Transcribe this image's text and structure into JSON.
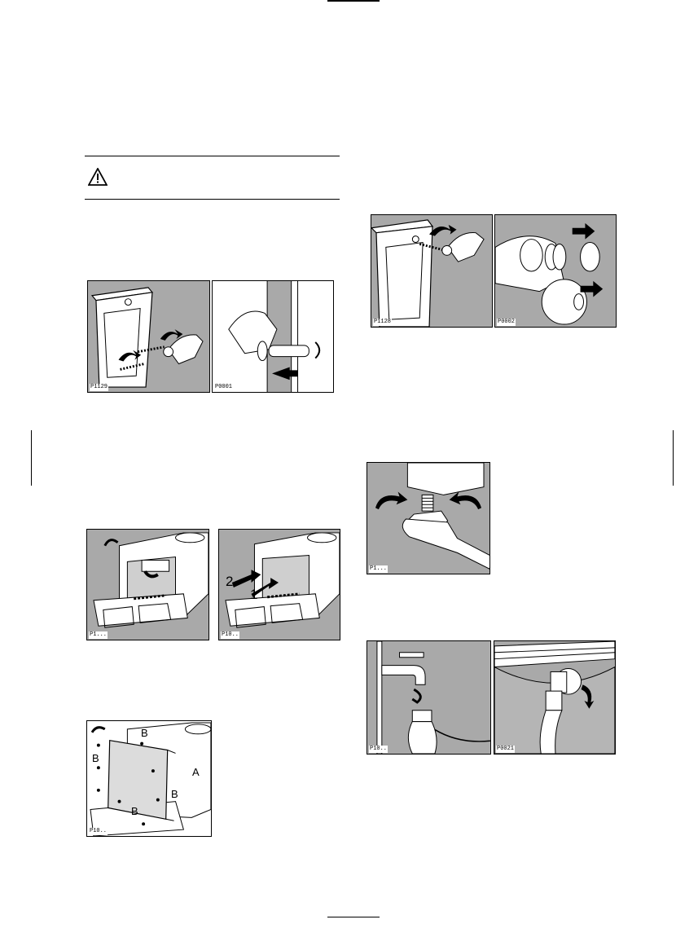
{
  "warning": {
    "icon": "warning-triangle-icon"
  },
  "figures": {
    "p1129": {
      "code": "P1129"
    },
    "p0001": {
      "code": "P0001"
    },
    "p1128": {
      "code": "P1128"
    },
    "p0002": {
      "code": "P0002"
    },
    "drum_left": {
      "code": "P1..."
    },
    "drum_right": {
      "code": "P10..",
      "step_labels": [
        "2",
        "1"
      ]
    },
    "panel": {
      "code": "P10..",
      "labels": [
        "B",
        "B",
        "B",
        "A",
        "B"
      ]
    },
    "wrench": {
      "code": "P1..."
    },
    "tap": {
      "code": "P10.."
    },
    "hose": {
      "code": "P0021"
    }
  }
}
